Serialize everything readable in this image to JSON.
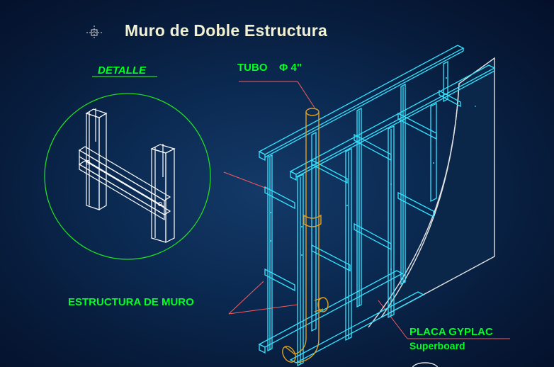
{
  "title": "Muro de Doble Estructura",
  "labels": {
    "detail": "DETALLE",
    "pipe": "TUBO",
    "pipe_size": "Φ 4\"",
    "wall_structure": "ESTRUCTURA DE MURO",
    "board": "PLACA GYPLAC",
    "board_sub": "Superboard"
  },
  "colors": {
    "background": "#0b2a52",
    "frame": "#33e4ff",
    "pipe": "#e0a020",
    "leader": "#ff5a5a",
    "label": "#00ff22",
    "title": "#f2f2d2",
    "detail_circle": "#22dd22",
    "drywall": "#d8d8d8"
  },
  "icons": [
    "crosshair-icon"
  ]
}
